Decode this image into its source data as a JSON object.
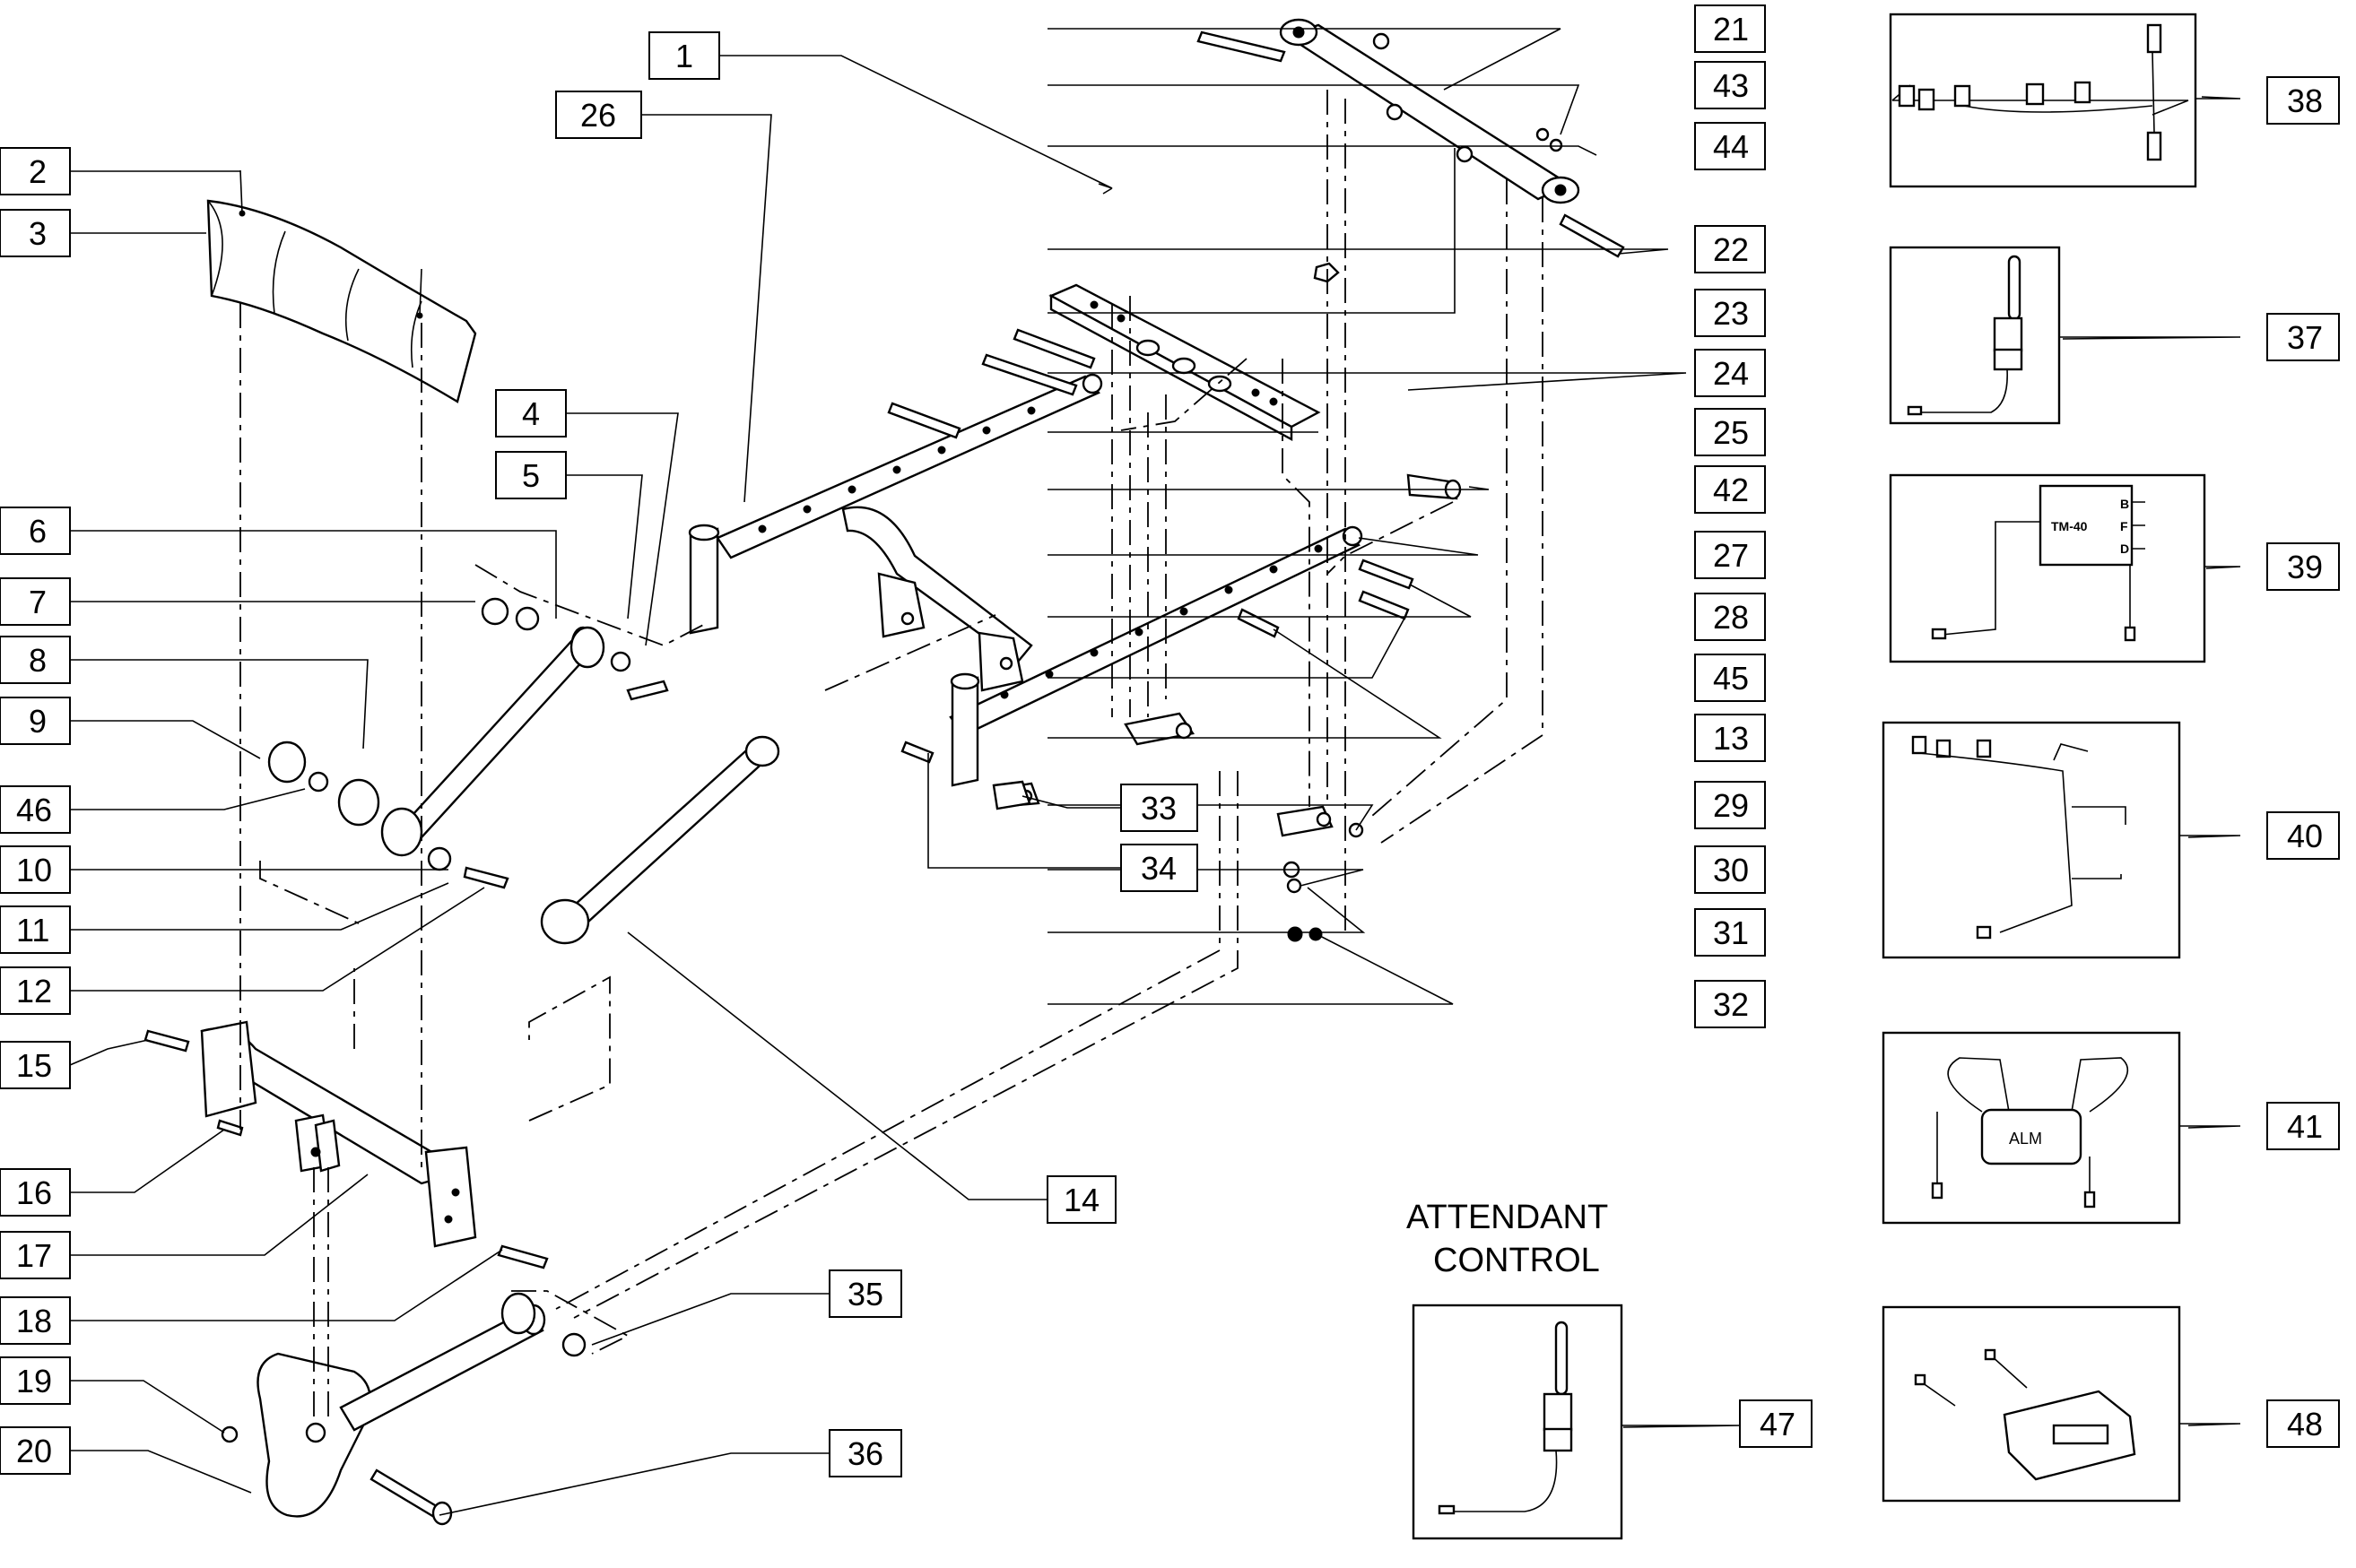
{
  "diagram": {
    "attendant_heading_line1": "ATTENDANT",
    "attendant_heading_line2": "CONTROL",
    "tm40_label": "TM-40",
    "tm40_b": "B",
    "tm40_f": "F",
    "tm40_d": "D",
    "alm_label": "ALM",
    "callouts": [
      "1",
      "2",
      "3",
      "4",
      "5",
      "6",
      "7",
      "8",
      "9",
      "10",
      "11",
      "12",
      "13",
      "14",
      "15",
      "16",
      "17",
      "18",
      "19",
      "20",
      "21",
      "22",
      "23",
      "24",
      "25",
      "26",
      "27",
      "28",
      "29",
      "30",
      "31",
      "32",
      "33",
      "34",
      "35",
      "36",
      "37",
      "38",
      "39",
      "40",
      "41",
      "42",
      "43",
      "44",
      "45",
      "46",
      "47",
      "48"
    ]
  }
}
